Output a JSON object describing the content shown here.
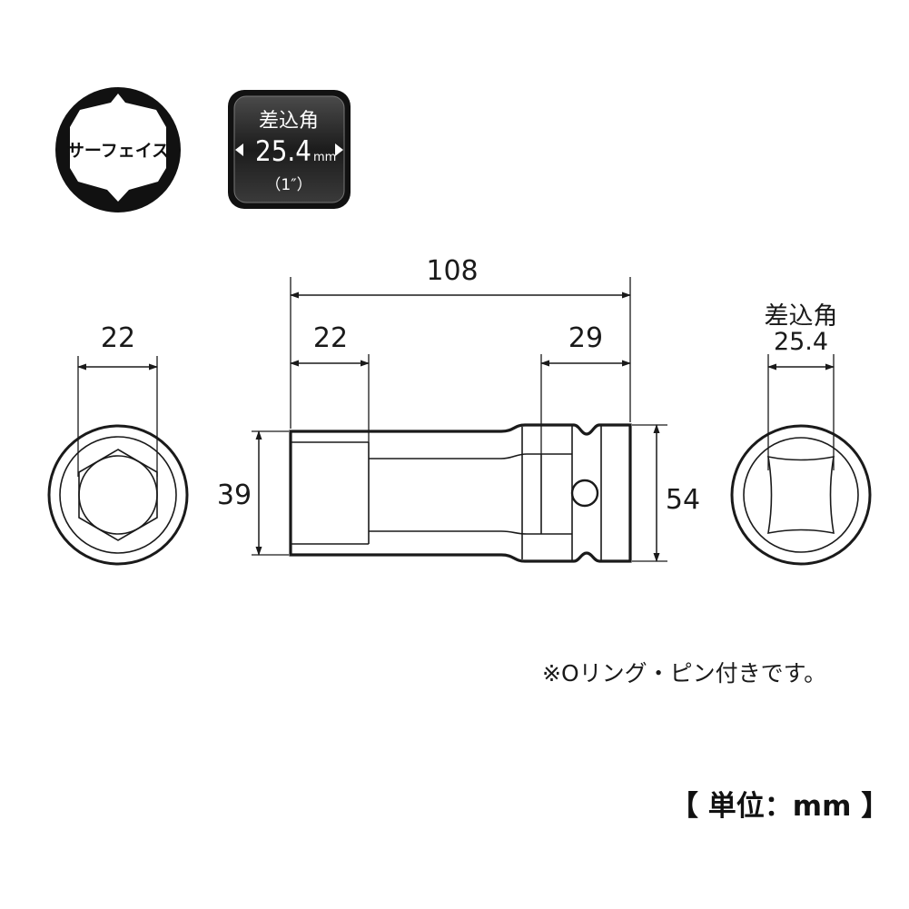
{
  "badges": {
    "surface": {
      "label": "サーフェイス"
    },
    "drive": {
      "title": "差込角",
      "size": "25.4",
      "unit": "mm",
      "inch": "（1″）"
    }
  },
  "dimensions": {
    "hex_across_flats": "22",
    "overall_length": "108",
    "socket_depth": "22",
    "drive_end_length": "29",
    "head_diameter": "39",
    "drive_end_diameter": "54",
    "drive_label": "差込角",
    "drive_size": "25.4"
  },
  "notes": {
    "accessories": "※Oリング・ピン付きです。",
    "unit": "【 単位：mm 】"
  }
}
